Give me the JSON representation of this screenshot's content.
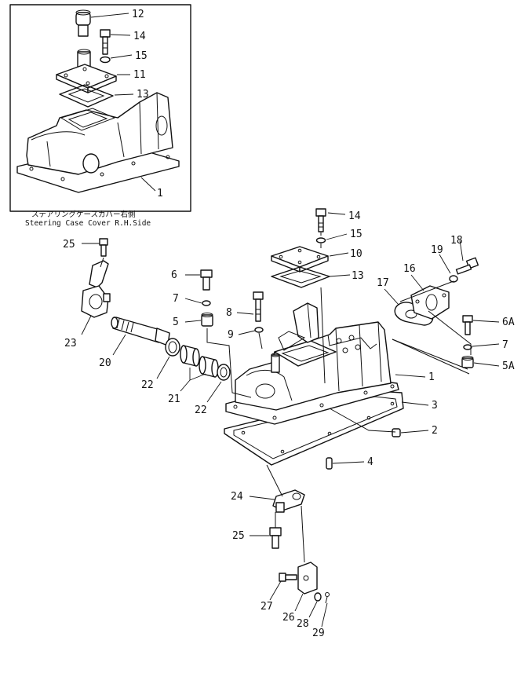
{
  "inset": {
    "caption_jp": "ステアリングケースカバー右側",
    "caption_en": "Steering Case Cover R.H.Side",
    "labels": [
      "12",
      "14",
      "15",
      "11",
      "13",
      "1"
    ]
  },
  "main_labels": {
    "l14": "14",
    "l15": "15",
    "l10": "10",
    "l13": "13",
    "l18": "18",
    "l19": "19",
    "l16": "16",
    "l17": "17",
    "l6": "6",
    "l7": "7",
    "l5": "5",
    "l8": "8",
    "l9": "9",
    "l6A": "6A",
    "l7b": "7",
    "l5A": "5A",
    "l1": "1",
    "l3": "3",
    "l2": "2",
    "l4": "4",
    "l25a": "25",
    "l23": "23",
    "l20": "20",
    "l22a": "22",
    "l21": "21",
    "l22b": "22",
    "l24": "24",
    "l25b": "25",
    "l27": "27",
    "l26": "26",
    "l28": "28",
    "l29": "29"
  }
}
